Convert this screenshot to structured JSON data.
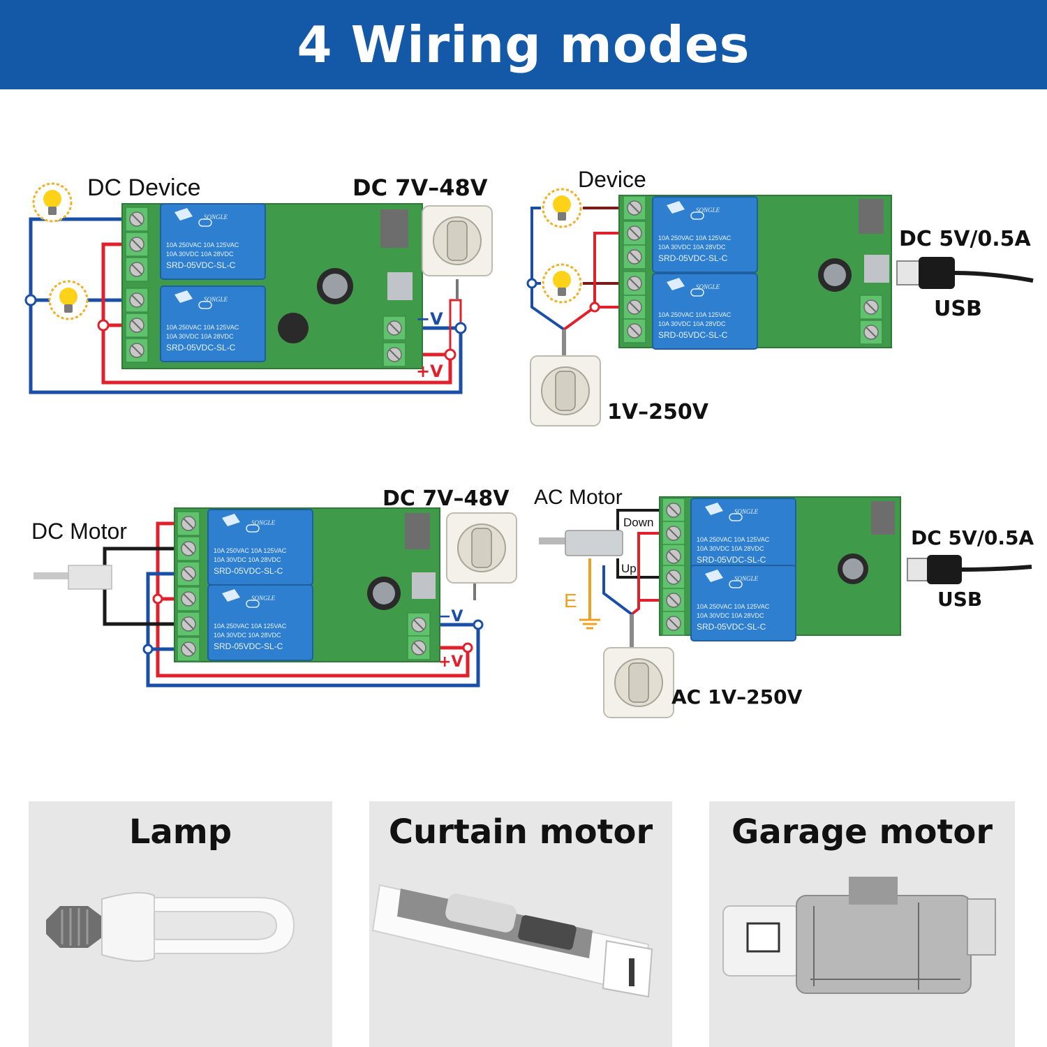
{
  "header": {
    "title": "4 Wiring modes"
  },
  "modes": [
    {
      "device_label": "DC Device",
      "supply_label": "DC 7V–48V",
      "minus_label": "−V",
      "plus_label": "+V"
    },
    {
      "device_label": "Device",
      "supply_label": "DC 5V/0.5A",
      "usb_label": "USB",
      "source_label": "1V–250V"
    },
    {
      "device_label": "DC Motor",
      "supply_label": "DC 7V–48V",
      "minus_label": "−V",
      "plus_label": "+V"
    },
    {
      "device_label": "AC Motor",
      "supply_label": "DC 5V/0.5A",
      "usb_label": "USB",
      "source_label": "AC 1V–250V",
      "down_label": "Down",
      "up_label": "Up",
      "earth_label": "E"
    }
  ],
  "relay_text": {
    "brand": "SONGLE",
    "rating1": "10A 250VAC  10A 125VAC",
    "rating2": "10A  30VDC  10A  28VDC",
    "model": "SRD-05VDC-SL-C"
  },
  "applications": [
    {
      "label": "Lamp"
    },
    {
      "label": "Curtain motor"
    },
    {
      "label": "Garage motor"
    }
  ],
  "colors": {
    "header": "#1359a8",
    "wire_red": "#e0202a",
    "wire_blue": "#1a4fa8",
    "pcb": "#3f9a4a",
    "terminal": "#5fc36d",
    "relay": "#2f7fd0",
    "earth": "#f0a020"
  }
}
